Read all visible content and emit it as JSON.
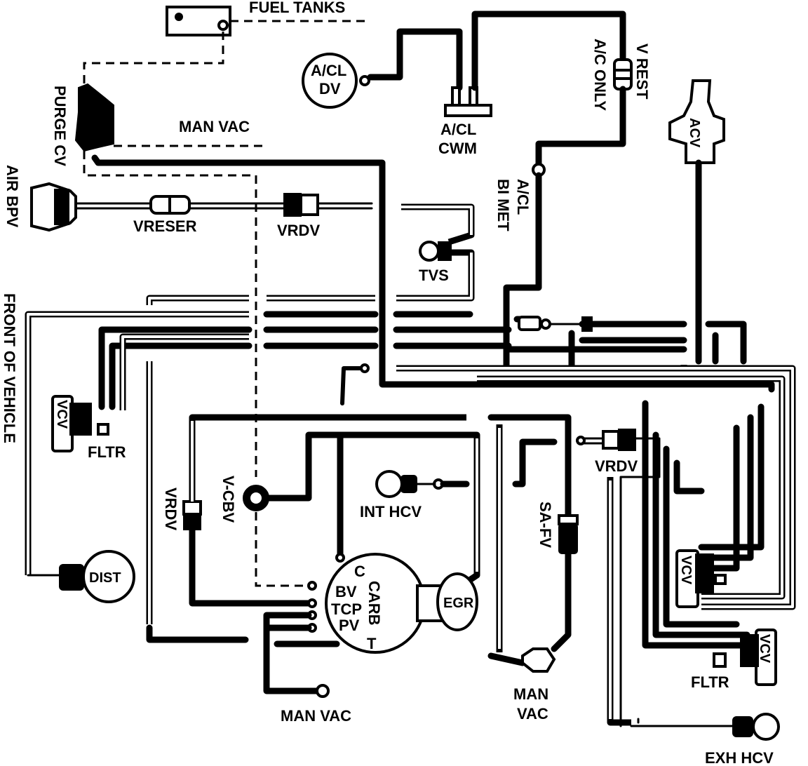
{
  "labels": {
    "fuel_tanks": "FUEL TANKS",
    "purge_cv": "PURGE CV",
    "man_vac_top": "MAN VAC",
    "air_bpv": "AIR BPV",
    "vreser": "VRESER",
    "vrdv_top": "VRDV",
    "acl_dv_line1": "A/CL",
    "acl_dv_line2": "DV",
    "acl_cwm_line1": "A/CL",
    "acl_cwm_line2": "CWM",
    "v_rest": "V REST",
    "ac_only": "A/C ONLY",
    "acl_bimet_line1": "A/CL",
    "acl_bimet_line2": "BI MET",
    "acv": "ACV",
    "tvs": "TVS",
    "front_of_vehicle": "FRONT OF VEHICLE",
    "vcv_left": "VCV",
    "fltr_left": "FLTR",
    "vrdv_left": "VRDV",
    "v_cbv": "V-CBV",
    "dist": "DIST",
    "int_hcv": "INT HCV",
    "carb_c": "C",
    "carb_bv": "BV",
    "carb_tcp": "TCP",
    "carb_pv": "PV",
    "carb_carb": "CARB",
    "carb_t": "T",
    "egr": "EGR",
    "man_vac_bottom": "MAN VAC",
    "sa_fv": "SA-FV",
    "man_vac_right_line1": "MAN",
    "man_vac_right_line2": "VAC",
    "vrdv_right": "VRDV",
    "vcv_right_upper": "VCV",
    "vcv_right_lower": "VCV",
    "fltr_right": "FLTR",
    "exh_hcv": "EXH HCV"
  }
}
